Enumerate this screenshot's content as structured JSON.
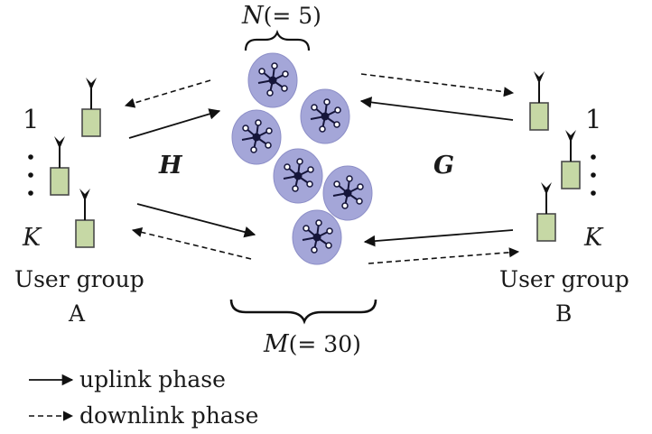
{
  "labels": {
    "n_cluster_sym": "N",
    "n_cluster_val": "(= 5)",
    "m_total_sym": "M",
    "m_total_val": "(= 30)",
    "channel_left": "H",
    "channel_right": "G",
    "group_a_first": "1",
    "group_a_last": "K",
    "group_a_line1": "User group",
    "group_a_line2": "A",
    "group_b_first": "1",
    "group_b_last": "K",
    "group_b_line1": "User group",
    "group_b_line2": "B"
  },
  "legend": {
    "uplink": "uplink phase",
    "downlink": "downlink phase"
  },
  "colors": {
    "cluster_fill": "#a4a6d8",
    "cluster_stroke": "#8c8ec7",
    "node": "#15153a",
    "user_fill": "#c6d8a5",
    "user_stroke": "#4a4a4a",
    "line": "#111111"
  },
  "icons": {
    "cluster": "antenna-cluster-icon",
    "user": "user-terminal-icon"
  }
}
